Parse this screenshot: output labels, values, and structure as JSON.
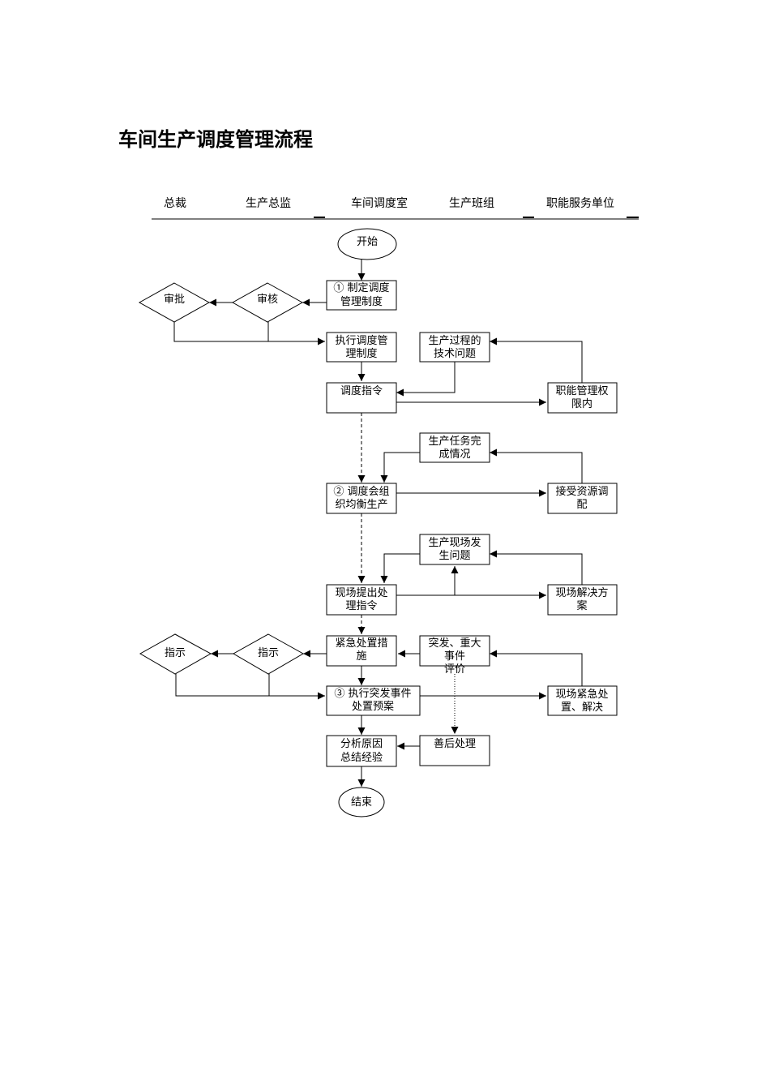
{
  "title": "车间生产调度管理流程",
  "columns": [
    "总裁",
    "生产总监",
    "车间调度室",
    "生产班组",
    "职能服务单位"
  ],
  "nodes": {
    "start": [
      "开始"
    ],
    "n1": [
      "① 制定调度",
      "管理制度"
    ],
    "review": [
      "审核"
    ],
    "approve": [
      "审批"
    ],
    "exec": [
      "执行调度管",
      "理制度"
    ],
    "tech": [
      "生产过程的",
      "技术问题"
    ],
    "cmd": [
      "调度指令"
    ],
    "func": [
      "职能管理权",
      "限内"
    ],
    "task": [
      "生产任务完",
      "成情况"
    ],
    "meet": [
      "② 调度会组",
      "织均衡生产"
    ],
    "res": [
      "接受资源调",
      "配"
    ],
    "site": [
      "生产现场发",
      "生问题"
    ],
    "sitecmd": [
      "现场提出处",
      "理指令"
    ],
    "sitesol": [
      "现场解决方",
      "案"
    ],
    "emerg": [
      "紧急处置措",
      "施"
    ],
    "major": [
      "突发、重大",
      "事件"
    ],
    "eval": [
      "评价"
    ],
    "ind2": [
      "指示"
    ],
    "ind1": [
      "指示"
    ],
    "plan": [
      "③ 执行突发事件",
      "处置预案"
    ],
    "siteem": [
      "现场紧急处",
      "置、解决"
    ],
    "after": [
      "善后处理"
    ],
    "analysis": [
      "分析原因",
      "总结经验"
    ],
    "end": [
      "结束"
    ]
  }
}
